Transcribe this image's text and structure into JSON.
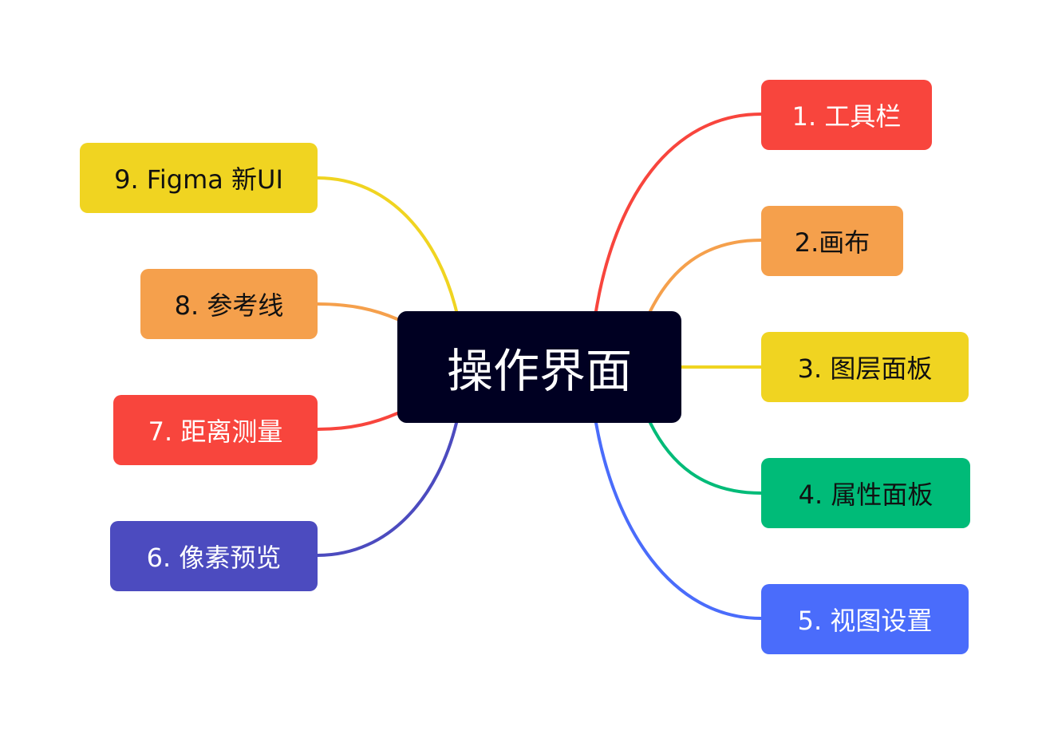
{
  "center": {
    "label": "操作界面",
    "color": "#000022",
    "text_color": "#ffffff"
  },
  "branches": [
    {
      "id": "toolbar",
      "label": "1. 工具栏",
      "color": "#f8453d",
      "text_color": "#ffffff"
    },
    {
      "id": "canvas",
      "label": "2.画布",
      "color": "#f5a04c",
      "text_color": "#111111"
    },
    {
      "id": "layers",
      "label": "3. 图层面板",
      "color": "#f0d421",
      "text_color": "#111111"
    },
    {
      "id": "props",
      "label": "4. 属性面板",
      "color": "#00bb78",
      "text_color": "#111111"
    },
    {
      "id": "view",
      "label": "5. 视图设置",
      "color": "#4a6cfb",
      "text_color": "#ffffff"
    },
    {
      "id": "pixel",
      "label": "6. 像素预览",
      "color": "#4c4bbf",
      "text_color": "#ffffff"
    },
    {
      "id": "measure",
      "label": "7. 距离测量",
      "color": "#f8453d",
      "text_color": "#ffffff"
    },
    {
      "id": "guides",
      "label": "8. 参考线",
      "color": "#f5a04c",
      "text_color": "#111111"
    },
    {
      "id": "figma",
      "label": "9. Figma 新UI",
      "color": "#f0d421",
      "text_color": "#111111"
    }
  ]
}
